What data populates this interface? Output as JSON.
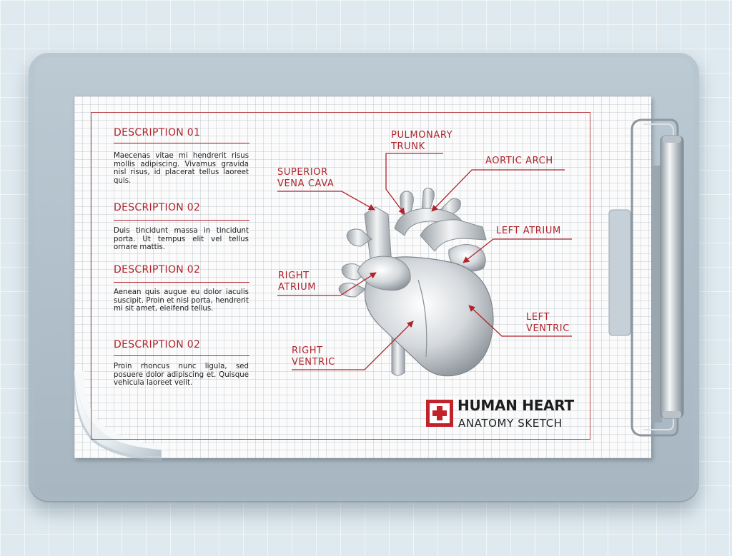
{
  "descriptions": [
    {
      "title": "DESCRIPTION 01",
      "text": "Maecenas vitae mi hendrerit risus mollis adipiscing. Vivamus gravida nisl risus, id placerat tellus laoreet quis."
    },
    {
      "title": "DESCRIPTION 02",
      "text": "Duis tincidunt massa in tincidunt porta. Ut tempus elit vel tellus ornare mattis."
    },
    {
      "title": "DESCRIPTION 02",
      "text": "Aenean quis augue eu dolor iaculis suscipit. Proin et nisl porta, hendrerit mi sit amet, eleifend tellus."
    },
    {
      "title": "DESCRIPTION 02",
      "text": "Proin rhoncus nunc ligula, sed posuere dolor adipiscing et. Quisque vehicula laoreet velit."
    }
  ],
  "labels": {
    "pulmonary_trunk": [
      "PULMONARY",
      "TRUNK"
    ],
    "aortic_arch": [
      "AORTIC ARCH"
    ],
    "superior_vena_cava": [
      "SUPERIOR",
      "VENA CAVA"
    ],
    "left_atrium": [
      "LEFT ATRIUM"
    ],
    "right_atrium": [
      "RIGHT",
      "ATRIUM"
    ],
    "left_ventric": [
      "LEFT",
      "VENTRIC"
    ],
    "right_ventric": [
      "RIGHT",
      "VENTRIC"
    ]
  },
  "heading": {
    "title": "HUMAN HEART",
    "subtitle": "ANATOMY SKETCH"
  },
  "colors": {
    "accent": "#b0232b",
    "paper": "#fbfbfb",
    "board": "#aebcc7"
  },
  "icons": {
    "badge": "medical-cross-icon",
    "clip": "clipboard-clip-icon"
  }
}
